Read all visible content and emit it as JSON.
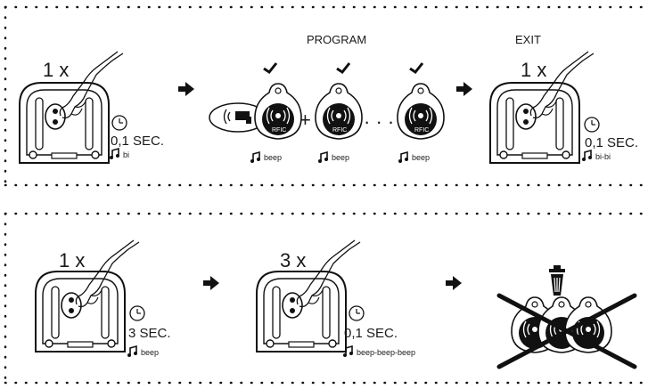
{
  "step1": {
    "count": "1 x",
    "time": "0,1 SEC.",
    "sound": "bi"
  },
  "program": {
    "title": "PROGRAM",
    "tag_label": "RFIC",
    "sounds": [
      "beep",
      "beep",
      "beep"
    ],
    "plus": "+",
    "dots": "· · ·"
  },
  "exit": {
    "title": "EXIT",
    "count": "1 x",
    "time": "0,1 SEC.",
    "sound": "bi-bi"
  },
  "delete_step1": {
    "count": "1 x",
    "time": "3 SEC.",
    "sound": "beep"
  },
  "delete_step2": {
    "count": "3 x",
    "time": "0,1 SEC.",
    "sound": "beep-beep-beep"
  },
  "icons": {
    "arrow": "right-arrow-icon",
    "clock": "clock-icon",
    "note": "music-note-icon",
    "trash": "trash-icon",
    "tag": "rfid-tag-icon",
    "reader": "rfid-reader-icon",
    "hand": "hand-press-icon"
  }
}
